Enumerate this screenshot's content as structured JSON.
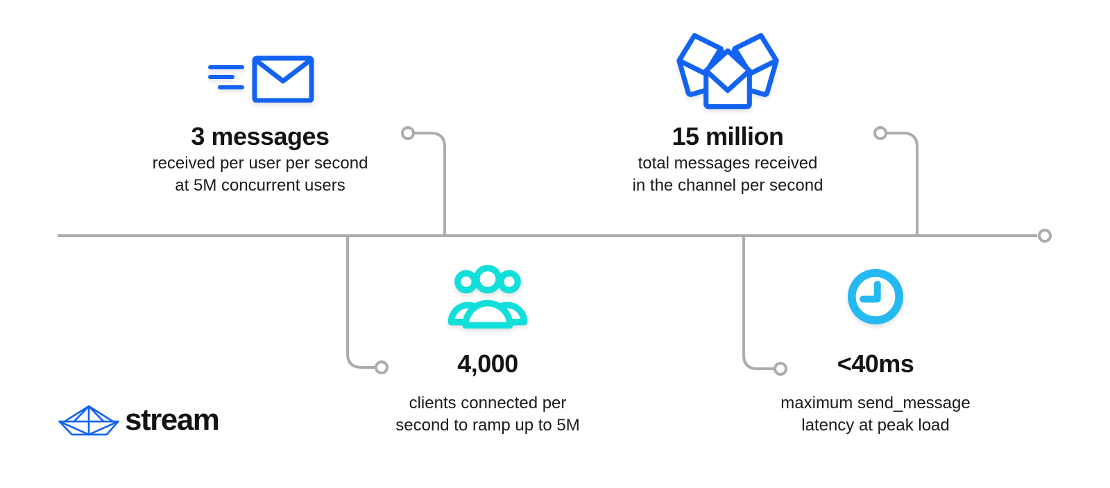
{
  "colors": {
    "background": "#ffffff",
    "brand_blue": "#1363F2",
    "teal": "#12DFD9",
    "sky_blue": "#25B9F2",
    "connector_gray": "#ACACAC",
    "text_dark": "#141414"
  },
  "stats": [
    {
      "icon": "speeding-envelope-icon",
      "value": "3 messages",
      "description_line1": "received per user per second",
      "description_line2": "at 5M concurrent users"
    },
    {
      "icon": "envelope-stack-icon",
      "value": "15 million",
      "description_line1": "total messages received",
      "description_line2": "in the channel per second"
    },
    {
      "icon": "user-group-icon",
      "value": "4,000",
      "description_line1": "clients connected per",
      "description_line2": "second to ramp up to 5M"
    },
    {
      "icon": "clock-icon",
      "value": "<40ms",
      "description_line1": "maximum send_message",
      "description_line2": "latency at peak load"
    }
  ],
  "logo": {
    "text": "stream",
    "icon": "paper-boat-icon"
  }
}
